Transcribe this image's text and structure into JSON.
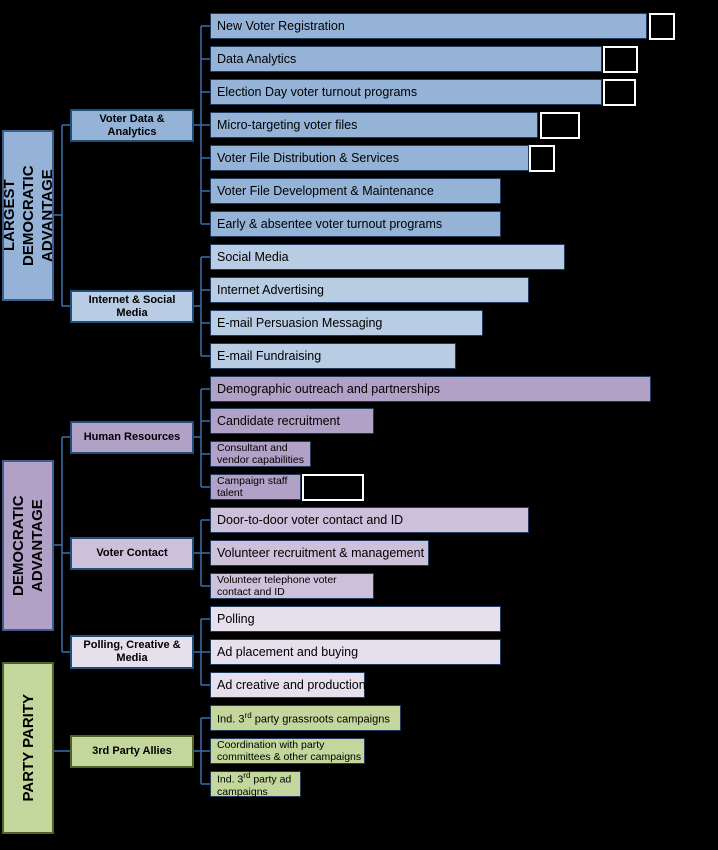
{
  "categories": [
    {
      "label": "LARGEST DEMOCRATIC ADVANTAGE"
    },
    {
      "label": "DEMOCRATIC ADVANTAGE"
    },
    {
      "label": "PARTY PARITY"
    }
  ],
  "groups": [
    {
      "label": "Voter Data & Analytics"
    },
    {
      "label": "Internet & Social Media"
    },
    {
      "label": "Human Resources"
    },
    {
      "label": "Voter Contact"
    },
    {
      "label": "Polling, Creative & Media"
    },
    {
      "label": "3rd Party Allies"
    }
  ],
  "items": [
    {
      "label": "New Voter Registration"
    },
    {
      "label": "Data Analytics"
    },
    {
      "label": "Election Day voter turnout programs"
    },
    {
      "label": "Micro-targeting voter files"
    },
    {
      "label": "Voter File Distribution & Services"
    },
    {
      "label": "Voter File Development & Maintenance"
    },
    {
      "label": "Early & absentee voter turnout programs"
    },
    {
      "label": "Social Media"
    },
    {
      "label": "Internet Advertising"
    },
    {
      "label": "E-mail Persuasion Messaging"
    },
    {
      "label": "E-mail Fundraising"
    },
    {
      "label": "Demographic outreach and partnerships"
    },
    {
      "label": "Candidate recruitment"
    },
    {
      "label": "Consultant and vendor capabilities"
    },
    {
      "label": "Campaign staff talent"
    },
    {
      "label": "Door-to-door voter contact and ID"
    },
    {
      "label": "Volunteer recruitment & management"
    },
    {
      "label": "Volunteer telephone voter contact and ID"
    },
    {
      "label": "Polling"
    },
    {
      "label": "Ad placement and buying"
    },
    {
      "label": "Ad  creative and production"
    },
    {
      "pre": "Ind. 3",
      "sup": "rd",
      "post": " party grassroots campaigns"
    },
    {
      "label": "Coordination with party committees & other campaigns"
    },
    {
      "pre": "Ind. 3",
      "sup": "rd",
      "post": " party ad campaigns"
    }
  ]
}
